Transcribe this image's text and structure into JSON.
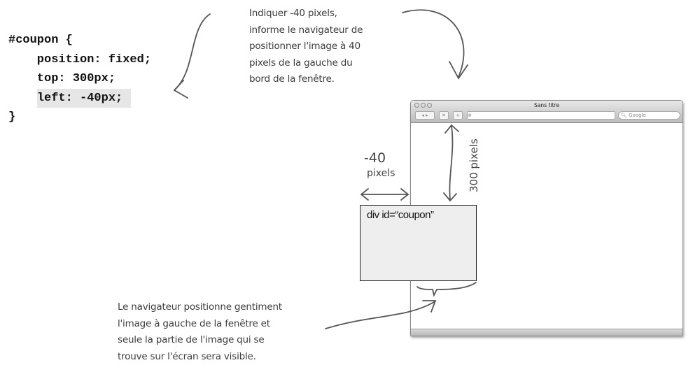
{
  "code": {
    "lines": [
      "#coupon {",
      "    position: fixed;",
      "    top: 300px;",
      "    left: -40px;",
      "}"
    ]
  },
  "annotations": {
    "top_note": [
      "Indiquer -40 pixels,",
      "informe le navigateur de",
      "positionner l'image à 40",
      "pixels de la gauche du",
      "bord de la fenêtre."
    ],
    "bottom_note": [
      "Le navigateur positionne gentiment",
      "l'image à gauche de la fenêtre et",
      "seule la partie de l'image qui se",
      "trouve sur l'écran sera visible."
    ],
    "minus40": "-40",
    "pixels": "pixels",
    "top300": "300 pixels"
  },
  "browser": {
    "title": "Sans titre",
    "search_placeholder": "Google",
    "back_forward": "◂ ▸",
    "stop": "✕",
    "add": "+"
  },
  "coupon": {
    "label": "div id=“coupon”"
  }
}
